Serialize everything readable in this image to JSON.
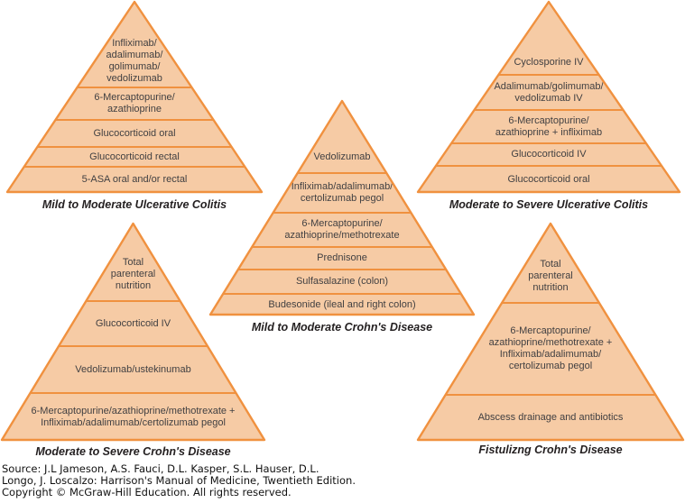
{
  "figure": {
    "pyramids": [
      {
        "id": "mild-moderate-ulcerative-colitis",
        "title": "Mild to Moderate Ulcerative Colitis",
        "layers": [
          "Infliximab/\nadalimumab/\ngolimumab/\nvedolizumab",
          "6-Mercaptopurine/\nazathioprine",
          "Glucocorticoid oral",
          "Glucocorticoid rectal",
          "5-ASA oral and/or rectal"
        ]
      },
      {
        "id": "mild-moderate-crohns-disease",
        "title": "Mild to Moderate Crohn's Disease",
        "layers": [
          "Vedolizumab",
          "Infliximab/adalimumab/\ncertolizumab pegol",
          "6-Mercaptopurine/\nazathioprine/methotrexate",
          "Prednisone",
          "Sulfasalazine (colon)",
          "Budesonide (ileal and right colon)"
        ]
      },
      {
        "id": "moderate-severe-ulcerative-colitis",
        "title": "Moderate to Severe Ulcerative Colitis",
        "layers": [
          "Cyclosporine IV",
          "Adalimumab/golimumab/\nvedolizumab IV",
          "6-Mercaptopurine/\nazathioprine + infliximab",
          "Glucocorticoid IV",
          "Glucocorticoid oral"
        ]
      },
      {
        "id": "moderate-severe-crohns-disease",
        "title": "Moderate to Severe Crohn's Disease",
        "layers": [
          "Total\nparenteral\nnutrition",
          "Glucocorticoid IV",
          "Vedolizumab/ustekinumab",
          "6-Mercaptopurine/azathioprine/methotrexate +\nInfliximab/adalimumab/certolizumab pegol"
        ]
      },
      {
        "id": "fistulizing-crohns-disease",
        "title": "Fistulizng Crohn's Disease",
        "layers": [
          "Total\nparenteral\nnutrition",
          "6-Mercaptopurine/\nazathioprine/methotrexate +\nInfliximab/adalimumab/\ncertolizumab pegol",
          "Abscess drainage and antibiotics"
        ]
      }
    ],
    "source": {
      "lines": [
        "Source: J.L Jameson, A.S. Fauci, D.L. Kasper, S.L. Hauser, D.L.",
        "Longo, J. Loscalzo: Harrison's Manual of Medicine, Twentieth Edition.",
        "Copyright © McGraw-Hill Education. All rights reserved."
      ]
    },
    "colors": {
      "pyramid_fill": "#F6CBA5",
      "pyramid_border": "#F0913F",
      "layer_text": "#414042",
      "title_text": "#231F20",
      "source_text": "#111111"
    }
  }
}
